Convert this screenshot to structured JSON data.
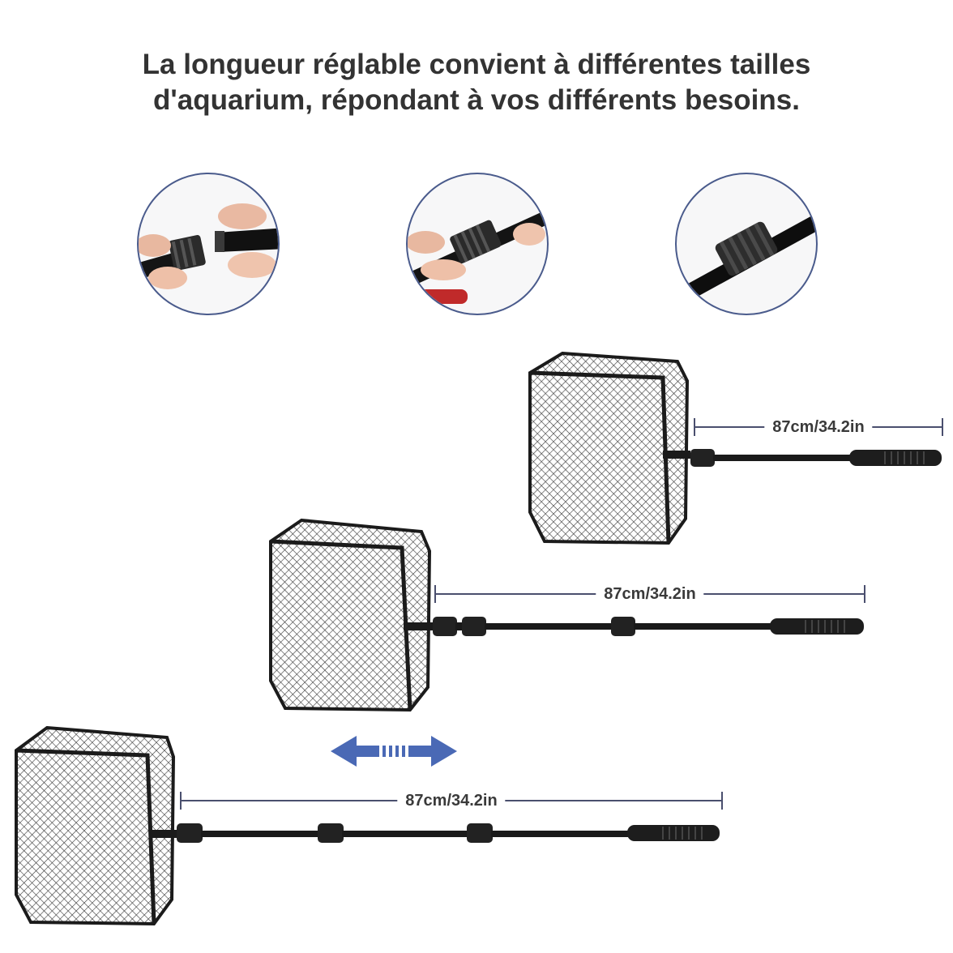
{
  "header": {
    "line1": "La longueur réglable convient à différentes tailles",
    "line2": "d'aquarium, répondant à vos différents besoins."
  },
  "steps": [
    {
      "name": "insert-step",
      "icon": "hands-connecting-pole-icon"
    },
    {
      "name": "twist-step",
      "icon": "hands-tightening-connector-icon"
    },
    {
      "name": "locked-step",
      "icon": "locked-connector-icon"
    }
  ],
  "nets": [
    {
      "size": "short",
      "length_label": "87cm/34.2in"
    },
    {
      "size": "medium",
      "length_label": "87cm/34.2in"
    },
    {
      "size": "long",
      "length_label": "87cm/34.2in"
    }
  ],
  "colors": {
    "accent": "#4a69b5",
    "ring": "#4a5b8c",
    "text": "#333333",
    "pole": "#1a1a1a"
  },
  "icons": {
    "extend": "double-arrow-icon"
  }
}
